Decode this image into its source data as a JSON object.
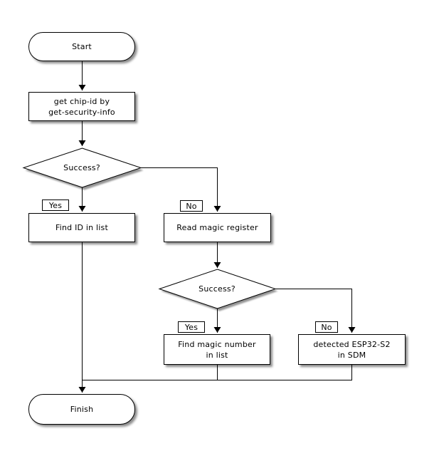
{
  "diagram": {
    "nodes": {
      "start": {
        "label": "Start"
      },
      "get_chip_id": {
        "label": "get chip-id by\nget-security-info"
      },
      "decision_chip_id": {
        "label": "Success?"
      },
      "find_id": {
        "label": "Find ID in list"
      },
      "read_magic_register": {
        "label": "Read magic register"
      },
      "decision_magic": {
        "label": "Success?"
      },
      "find_magic_number": {
        "label": "Find magic number\nin list"
      },
      "detected_esp32_s2": {
        "label": "detected ESP32-S2\nin SDM"
      },
      "finish": {
        "label": "Finish"
      }
    },
    "edge_labels": {
      "chip_id_yes": "Yes",
      "chip_id_no": "No",
      "magic_yes": "Yes",
      "magic_no": "No"
    },
    "colors": {
      "background": "#ffffff",
      "stroke": "#000000",
      "node_fill": "#ffffff",
      "shadow": "#8a8a8a"
    }
  }
}
